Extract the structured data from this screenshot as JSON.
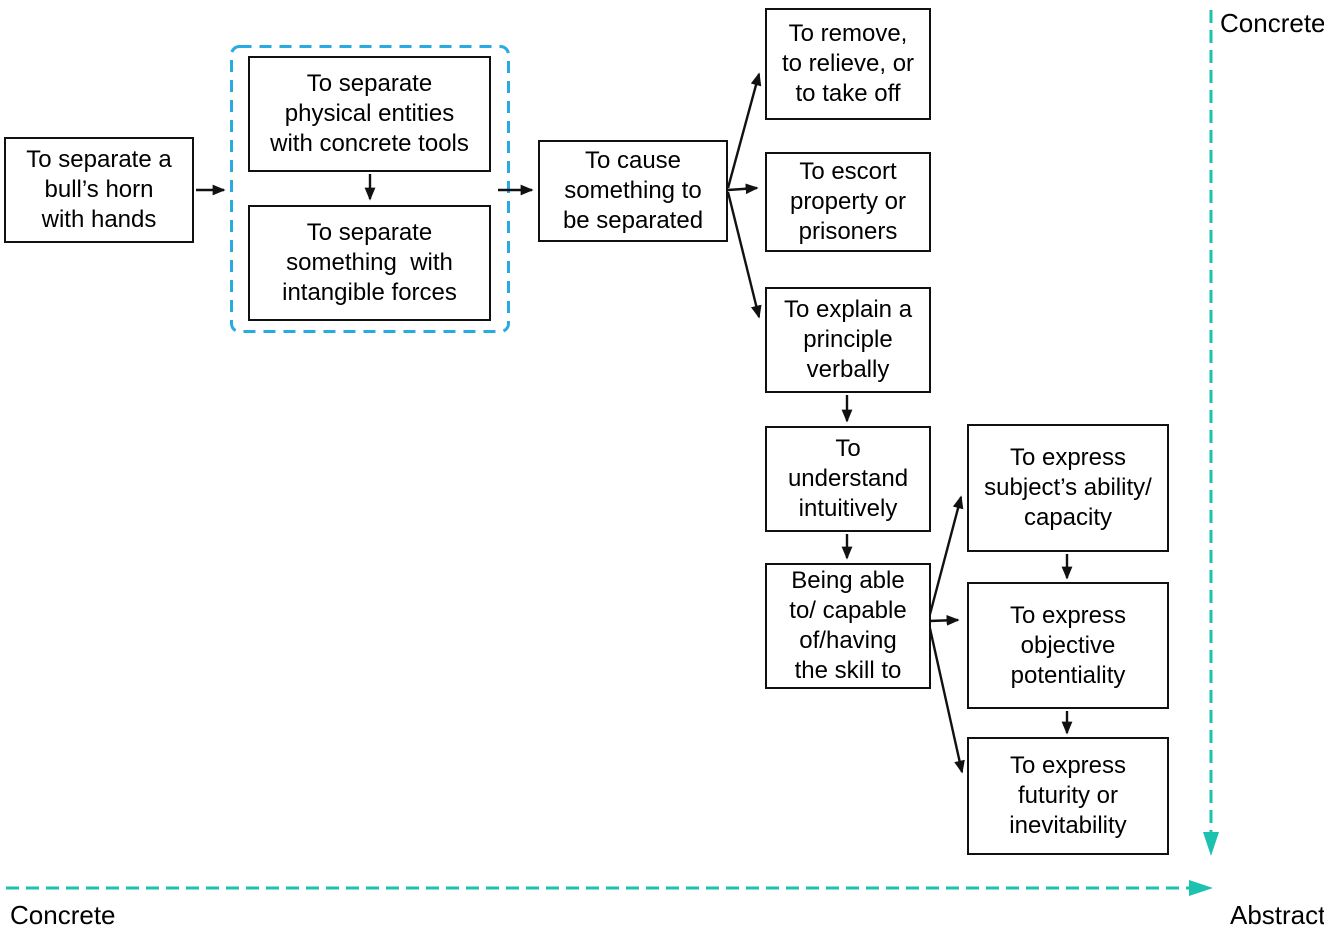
{
  "boxes": {
    "bulls_horn": {
      "lines": [
        "To separate a",
        "bull’s horn",
        "with hands"
      ]
    },
    "physical": {
      "lines": [
        "To separate",
        "physical entities",
        "with concrete tools"
      ]
    },
    "intangible": {
      "lines": [
        "To separate",
        "something  with",
        "intangible forces"
      ]
    },
    "cause": {
      "lines": [
        "To cause",
        "something to",
        "be separated"
      ]
    },
    "remove": {
      "lines": [
        "To remove,",
        "to relieve, or",
        "to take off"
      ]
    },
    "escort": {
      "lines": [
        "To escort",
        "property or",
        "prisoners"
      ]
    },
    "explain": {
      "lines": [
        "To explain a",
        "principle",
        "verbally"
      ]
    },
    "understand": {
      "lines": [
        "To",
        "understand",
        "intuitively"
      ]
    },
    "being_able": {
      "lines": [
        "Being able",
        "to/ capable",
        "of/having",
        "the skill to"
      ]
    },
    "ability": {
      "lines": [
        "To express",
        "subject’s ability/",
        "capacity"
      ]
    },
    "potentiality": {
      "lines": [
        "To express",
        "objective",
        "potentiality"
      ]
    },
    "futurity": {
      "lines": [
        "To express",
        "futurity or",
        "inevitability"
      ]
    }
  },
  "axis_labels": {
    "vertical_top": "Concrete",
    "horizontal_left": "Concrete",
    "horizontal_right": "Abstract"
  },
  "colors": {
    "axis_teal": "#1dc1af",
    "group_dash_blue": "#29abe2",
    "box_border": "#111111",
    "text": "#000000",
    "background": "#ffffff"
  }
}
